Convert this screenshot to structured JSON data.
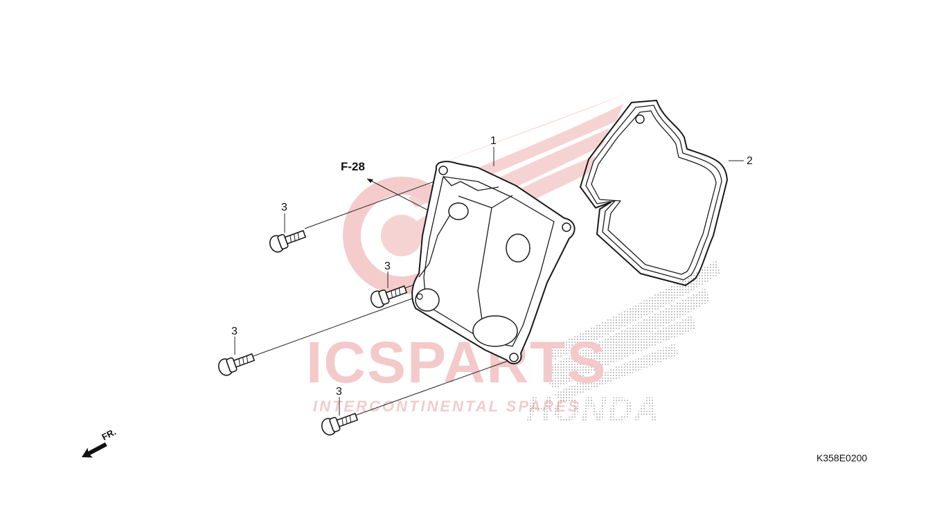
{
  "diagram": {
    "callouts": [
      {
        "label": "1"
      },
      {
        "label": "2"
      },
      {
        "label": "3"
      },
      {
        "label": "3"
      },
      {
        "label": "3"
      },
      {
        "label": "3"
      }
    ],
    "reference": "F-28",
    "direction_label": "FR.",
    "diagram_code": "K358E0200"
  },
  "watermark": {
    "brand": "ICSPARTS",
    "tagline": "INTERCONTINENTAL SPARES",
    "maker": "HONDA"
  }
}
